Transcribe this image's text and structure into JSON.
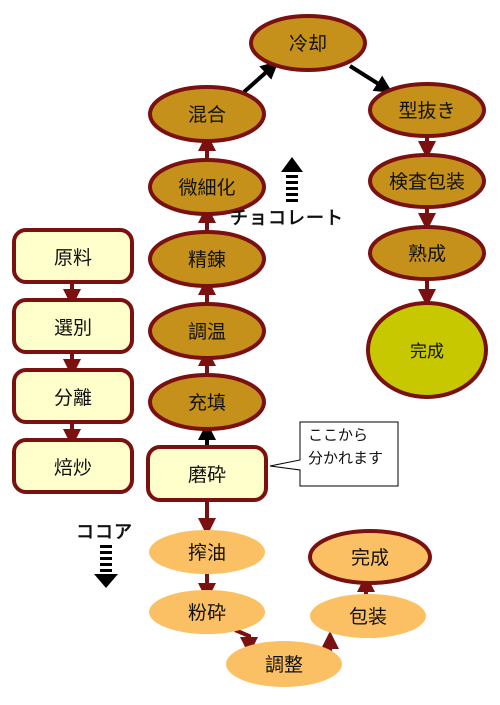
{
  "colors": {
    "dark_fill": "#c6911a",
    "dark_border": "#7a1010",
    "light_fill": "#ffffcc",
    "cocoa_fill": "#fbc064",
    "done_fill": "#c8c800",
    "arrow_dark": "#7a1010",
    "arrow_black": "#000000"
  },
  "raw_process": [
    "原料",
    "選別",
    "分離",
    "焙炒"
  ],
  "chocolate_process": [
    "充填",
    "調温",
    "精錬",
    "微細化",
    "混合",
    "冷却",
    "型抜き",
    "検査包装",
    "熟成",
    "完成"
  ],
  "grind": "磨砕",
  "callout": [
    "ここから",
    "分かれます"
  ],
  "chocolate_label": "チョコレート",
  "cocoa_label": "ココア",
  "cocoa_process": [
    "搾油",
    "粉砕",
    "調整",
    "包装",
    "完成"
  ]
}
